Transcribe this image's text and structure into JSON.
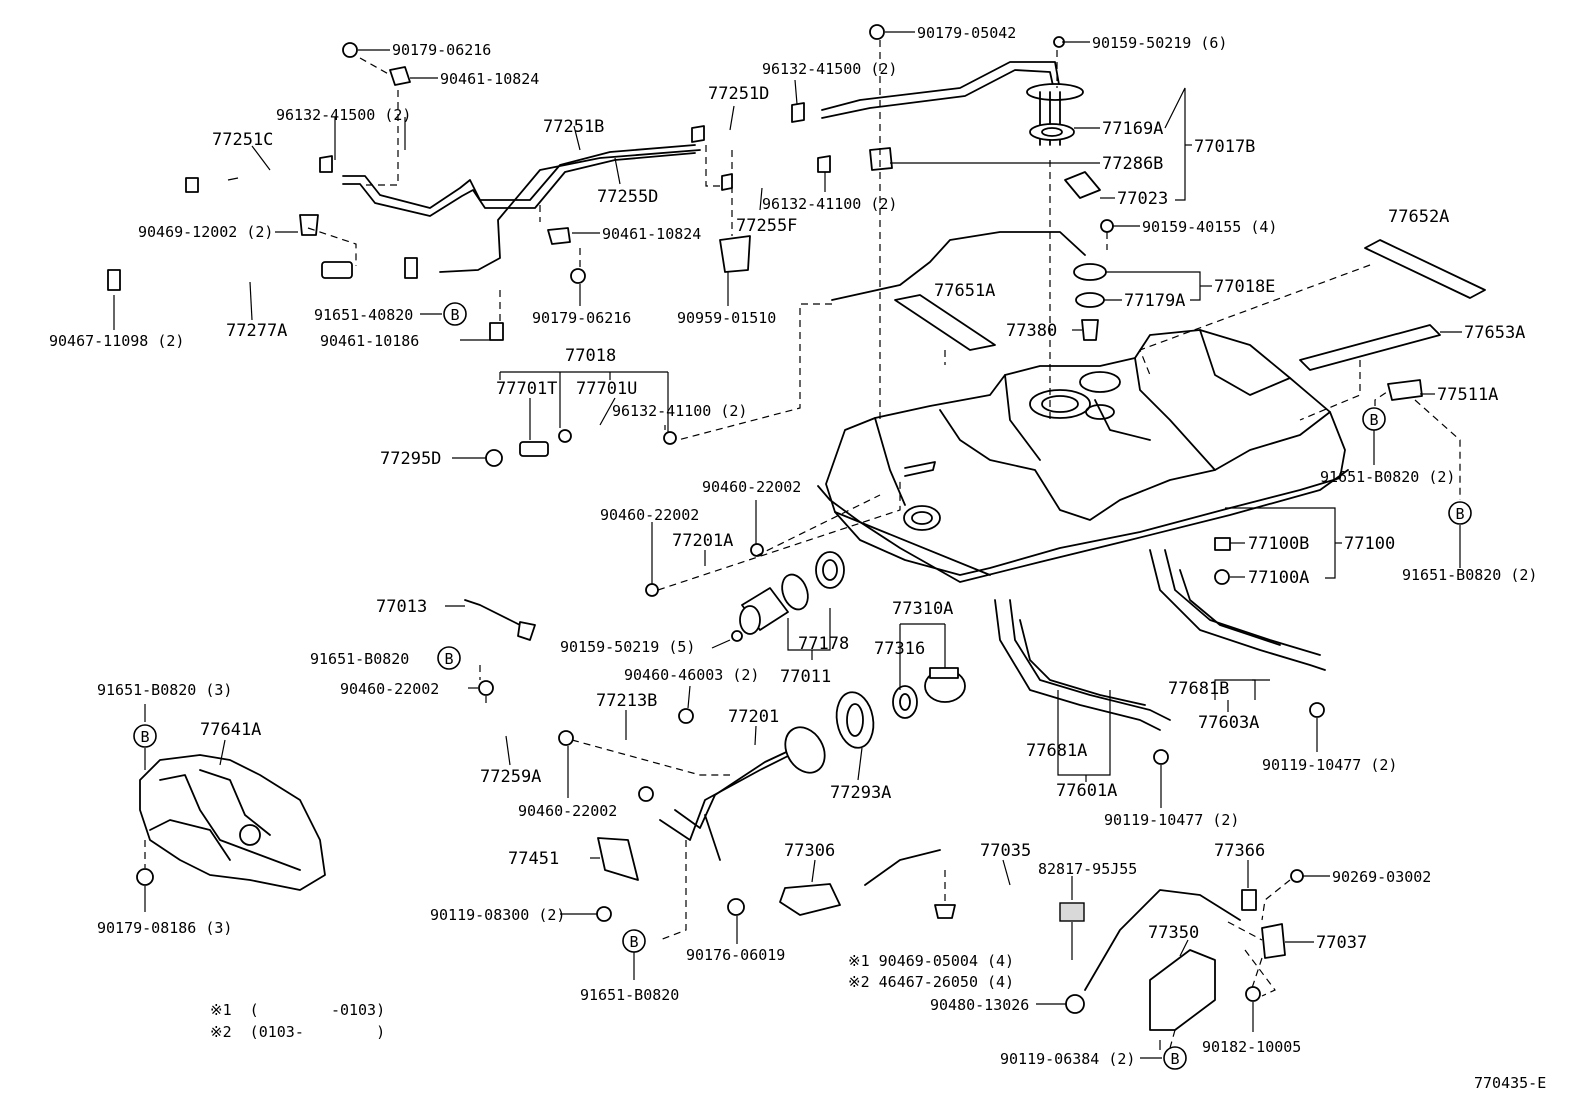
{
  "diagram_code": "770435-E",
  "labels": {
    "p90179_06216_top": "90179-06216",
    "p90461_10824_top": "90461-10824",
    "p96132_41500_left": "96132-41500 (2)",
    "p77251C": "77251C",
    "p77251B": "77251B",
    "p77255D": "77255D",
    "p77251D": "77251D",
    "p96132_41500_mid": "96132-41500 (2)",
    "p90179_05042": "90179-05042",
    "p90159_50219_6": "90159-50219 (6)",
    "p77169A": "77169A",
    "p77017B": "77017B",
    "p77286B": "77286B",
    "p77023": "77023",
    "p96132_41100_top": "96132-41100 (2)",
    "p77255F": "77255F",
    "p90461_10824_mid": "90461-10824",
    "p90469_12002": "90469-12002 (2)",
    "p90159_40155": "90159-40155 (4)",
    "p77652A": "77652A",
    "p77018E": "77018E",
    "p77651A": "77651A",
    "p77179A": "77179A",
    "p77380": "77380",
    "p77653A": "77653A",
    "p90467_11098": "90467-11098 (2)",
    "p77277A": "77277A",
    "p91651_40820": "91651-40820",
    "p90461_10186": "90461-10186",
    "p90179_06216_mid": "90179-06216",
    "p90959_01510": "90959-01510",
    "p77018": "77018",
    "p77701T": "77701T",
    "p77701U": "77701U",
    "p96132_41100_mid": "96132-41100 (2)",
    "p77511A": "77511A",
    "p77295D": "77295D",
    "p91651_B0820_right_a": "91651-B0820 (2)",
    "p90460_22002_a": "90460-22002",
    "p90460_22002_b": "90460-22002",
    "p77201A": "77201A",
    "p77100B": "77100B",
    "p77100": "77100",
    "p77100A": "77100A",
    "p91651_B0820_right_b": "91651-B0820 (2)",
    "p77013": "77013",
    "p77310A": "77310A",
    "p90159_50219_5": "90159-50219 (5)",
    "p77178": "77178",
    "p77316": "77316",
    "p91651_B0820_left": "91651-B0820",
    "p77011": "77011",
    "p90460_46003": "90460-46003 (2)",
    "p91651_B0820_3": "91651-B0820 (3)",
    "p90460_22002_c": "90460-22002",
    "p77681B": "77681B",
    "p77213B": "77213B",
    "p77201": "77201",
    "p77641A": "77641A",
    "p77603A": "77603A",
    "p77259A": "77259A",
    "p77681A": "77681A",
    "p90119_10477_right": "90119-10477 (2)",
    "p77293A": "77293A",
    "p77601A": "77601A",
    "p90460_22002_d": "90460-22002",
    "p90119_10477_mid": "90119-10477 (2)",
    "p77306": "77306",
    "p77035": "77035",
    "p77366": "77366",
    "p82817_95J55": "82817-95J55",
    "p77451": "77451",
    "p90269_03002": "90269-03002",
    "p90119_08300": "90119-08300 (2)",
    "p77037": "77037",
    "p90179_08186": "90179-08186 (3)",
    "p77350": "77350",
    "p90176_06019": "90176-06019",
    "p90469_05004": "※1  90469-05004 (4)",
    "p46467_26050": "※2  46467-26050 (4)",
    "p91651_B0820_bottom": "91651-B0820",
    "p90480_13026": "90480-13026",
    "p90182_10005": "90182-10005",
    "p90119_06384": "90119-06384 (2)"
  },
  "footnotes": {
    "note1": "※1  (        -0103)",
    "note2": "※2  (0103-        )"
  },
  "bolt_marker": "B"
}
